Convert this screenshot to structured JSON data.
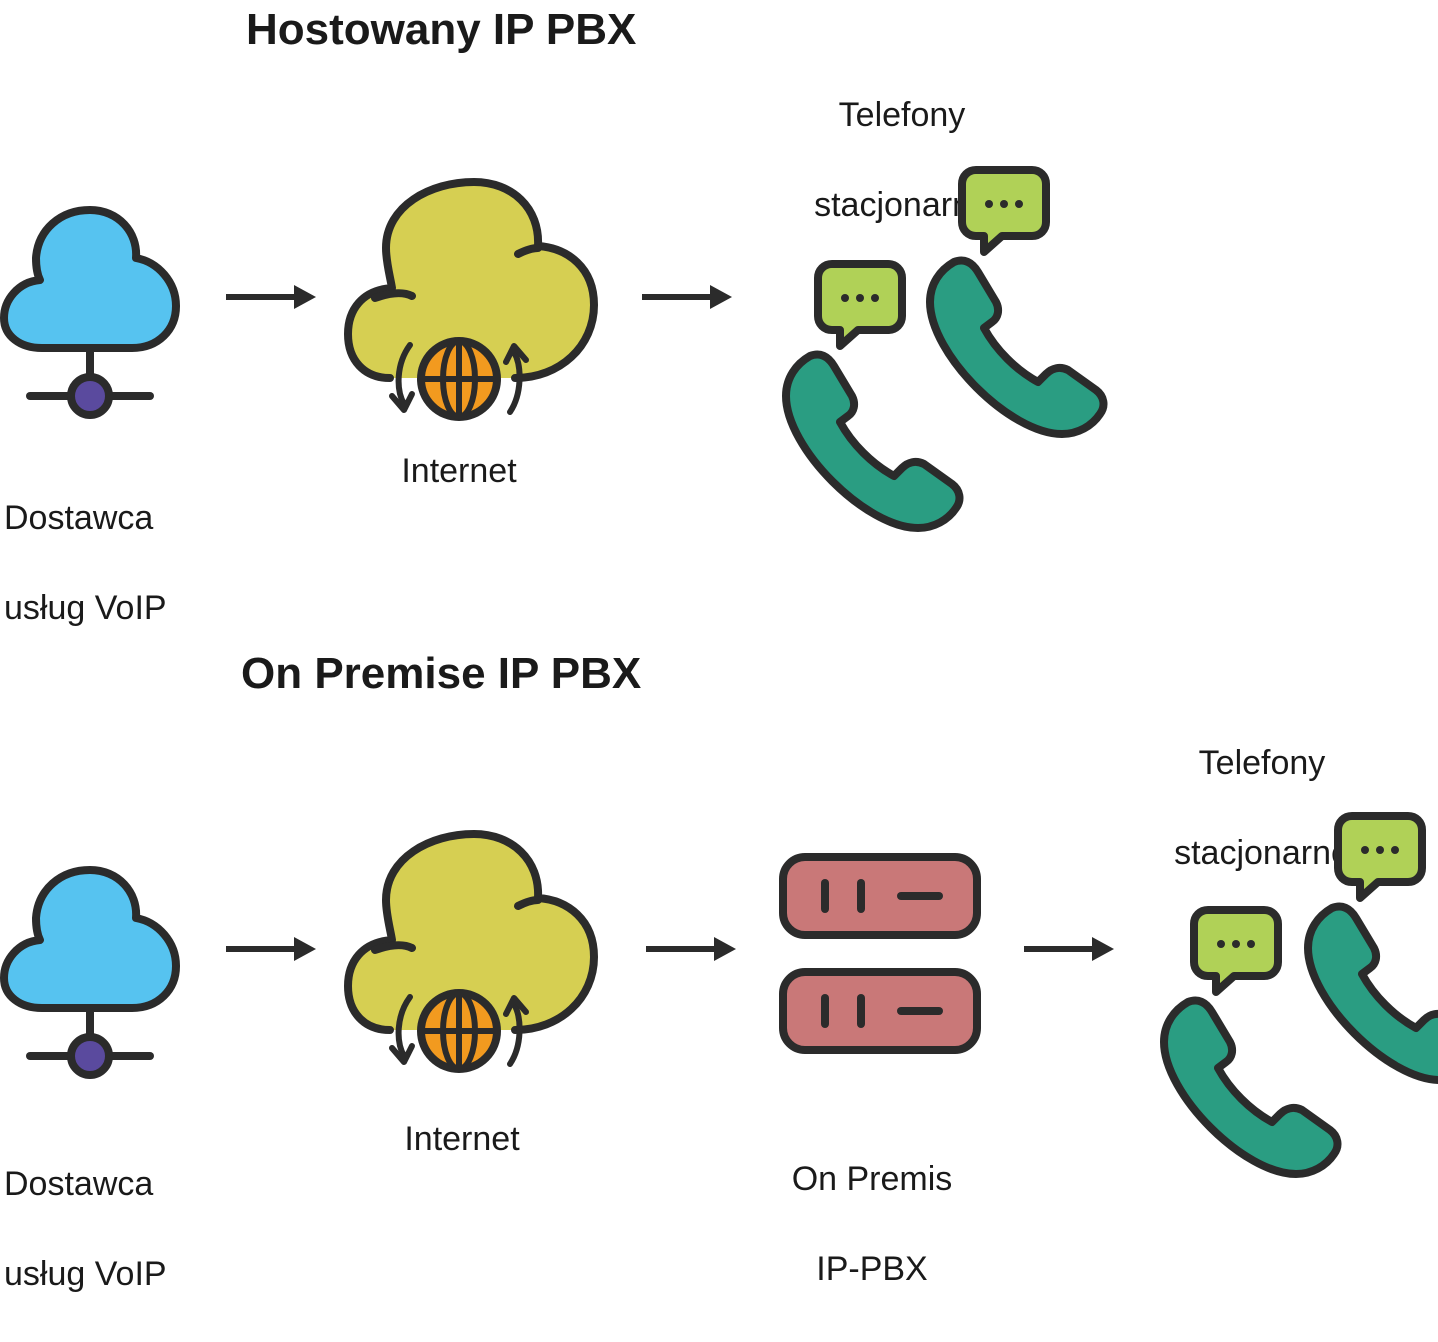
{
  "sections": [
    {
      "title": "Hostowany IP PBX",
      "provider": {
        "line1": "Dostawca",
        "line2": "usług VoIP"
      },
      "internet": "Internet",
      "phones": {
        "line1": "Telefony",
        "line2": "stacjonarne"
      }
    },
    {
      "title": "On Premise IP PBX",
      "provider": {
        "line1": "Dostawca",
        "line2": "usług VoIP"
      },
      "internet": "Internet",
      "pbx": {
        "line1": "On Premis",
        "line2": "IP-PBX"
      },
      "phones": {
        "line1": "Telefony",
        "line2": "stacjonarne"
      }
    }
  ],
  "colors": {
    "stroke": "#2b2b2b",
    "provider_cloud": "#56c3f0",
    "node": "#5a4a9e",
    "internet_cloud": "#d6cf52",
    "globe": "#f29a1f",
    "phone": "#2a9d82",
    "bubble": "#b0d157",
    "server": "#c97878"
  }
}
